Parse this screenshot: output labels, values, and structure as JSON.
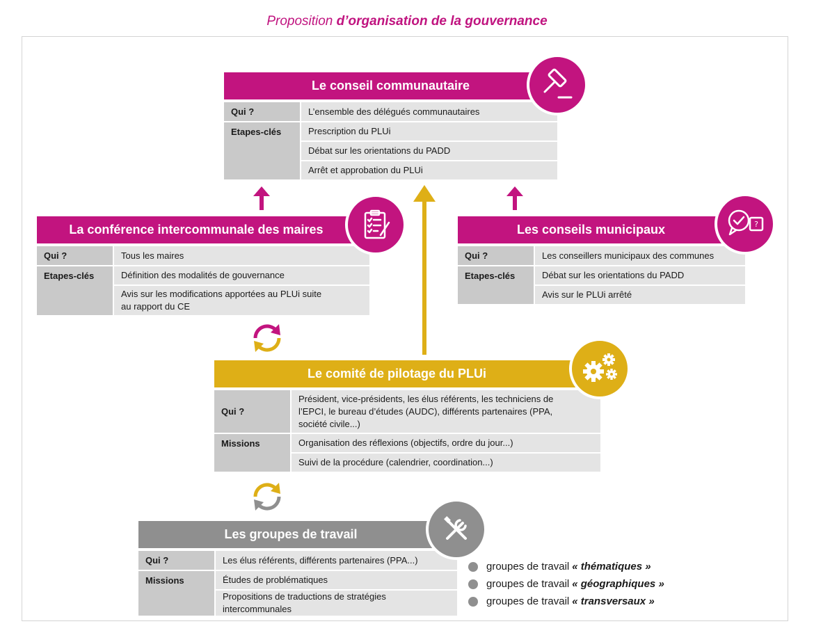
{
  "title": {
    "normal": "Proposition ",
    "bold": "d’organisation de la gouvernance"
  },
  "conseil_communautaire": {
    "title": "Le conseil communautaire",
    "qui_label": "Qui ?",
    "qui": "L’ensemble des délégués communautaires",
    "etapes_label": "Etapes-clés",
    "etapes": [
      "Prescription du PLUi",
      "Débat sur les orientations du PADD",
      "Arrêt et approbation du PLUi"
    ],
    "icon": "gavel-icon"
  },
  "conference_maires": {
    "title": "La conférence intercommunale des maires",
    "qui_label": "Qui ?",
    "qui": "Tous les maires",
    "etapes_label": "Etapes-clés",
    "etapes": [
      "Définition des modalités de gouvernance",
      "Avis sur les modifications apportées au PLUi suite",
      "au rapport du CE"
    ],
    "icon": "clipboard-checklist-icon"
  },
  "conseils_municipaux": {
    "title": "Les conseils municipaux",
    "qui_label": "Qui ?",
    "qui": "Les conseillers municipaux des communes",
    "etapes_label": "Etapes-clés",
    "etapes": [
      "Débat sur les orientations du PADD",
      "Avis sur le PLUi arrêté"
    ],
    "icon": "chat-bubbles-icon"
  },
  "comite_pilotage": {
    "title": "Le comité de pilotage du PLUi",
    "qui_label": "Qui ?",
    "qui": [
      "Président, vice-présidents, les élus référents, les techniciens de",
      "l’EPCI, le bureau d’études (AUDC), différents partenaires (PPA,",
      "société civile...)"
    ],
    "missions_label": "Missions",
    "missions": [
      "Organisation des réflexions (objectifs, ordre du jour...)",
      "Suivi de la procédure (calendrier, coordination...)"
    ],
    "icon": "gears-icon"
  },
  "groupes_travail": {
    "title": "Les groupes de travail",
    "qui_label": "Qui ?",
    "qui": "Les élus référents, différents partenaires (PPA...)",
    "missions_label": "Missions",
    "missions": [
      "Études de problématiques",
      "Propositions de traductions de stratégies intercommunales"
    ],
    "icon": "tools-icon"
  },
  "legend": [
    {
      "text": "groupes de travail",
      "bold": "« thématiques »"
    },
    {
      "text": "groupes de travail",
      "bold": "« géographiques »"
    },
    {
      "text": "groupes de travail",
      "bold": "« transversaux »"
    }
  ],
  "colors": {
    "magenta": "#c2147f",
    "gold": "#deaf17",
    "grey": "#8f8f8f"
  }
}
